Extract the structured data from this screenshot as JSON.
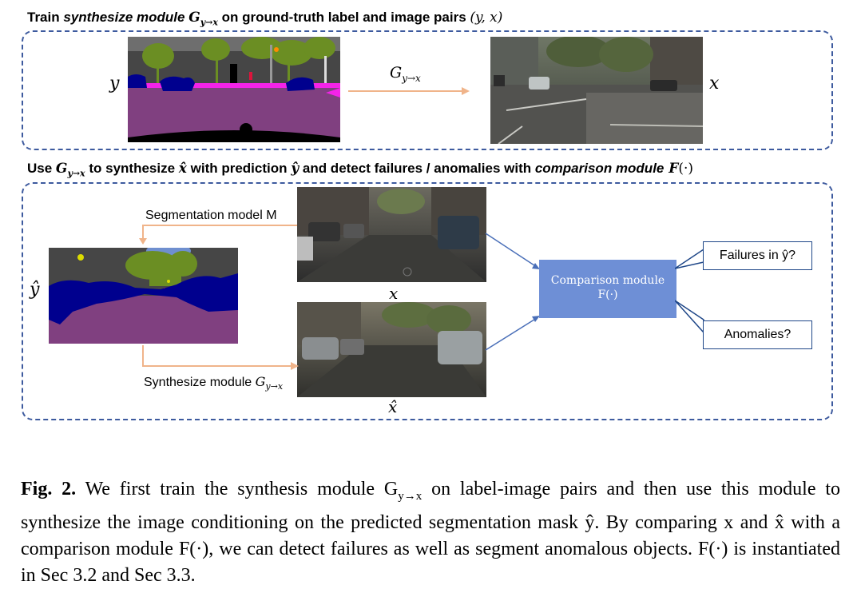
{
  "row1": {
    "heading_prefix": "Train ",
    "heading_italic": "synthesize module",
    "heading_sym": "G",
    "heading_sub": "y→x",
    "heading_rest": " on ground-truth label and image pairs ",
    "heading_pair": "(y, x)",
    "label_y": "y",
    "label_x": "x",
    "arrow_label_sym": "G",
    "arrow_label_sub": "y→x"
  },
  "row2": {
    "heading_prefix": "Use ",
    "heading_sym": "G",
    "heading_sub": "y→x",
    "heading_mid1": "  to synthesize ",
    "heading_xhat": "x̂",
    "heading_mid2": " with prediction ",
    "heading_yhat": "ŷ",
    "heading_mid3": " and detect failures / anomalies with ",
    "heading_italic": "comparison module",
    "heading_F": " F",
    "heading_F_arg": "(·)",
    "seg_model_label": "Segmentation model M",
    "synth_label": "Synthesize module ",
    "synth_sym": "G",
    "synth_sub": "y→x",
    "label_yhat": "ŷ",
    "label_x": "x",
    "label_xhat": "x̂",
    "comparison_line1": "Comparison module",
    "comparison_line2": "F(·)",
    "callout_failures": "Failures in ŷ?",
    "callout_anomalies": "Anomalies?"
  },
  "caption": {
    "fig": "Fig. 2.",
    "text": " We first train the synthesis module G",
    "sub1": "y→x",
    "text2": " on label-image pairs and then use this module to synthesize the image conditioning on the predicted segmentation mask ŷ. By comparing x and x̂ with a comparison module F(·), we can detect failures as well as segment anomalous objects. F(·) is instantiated in Sec 3.2 and Sec 3.3."
  },
  "colors": {
    "panel_border": "#3d5a9e",
    "arrow_orange": "#f0b48a",
    "arrow_blue": "#4a6fb8",
    "comparison_fill": "#6e8fd6",
    "road_purple": "#804080",
    "car_blue": "#00008e",
    "vegetation": "#6b8e23",
    "building_gray": "#464646",
    "sidewalk_pink": "#f423e8"
  }
}
